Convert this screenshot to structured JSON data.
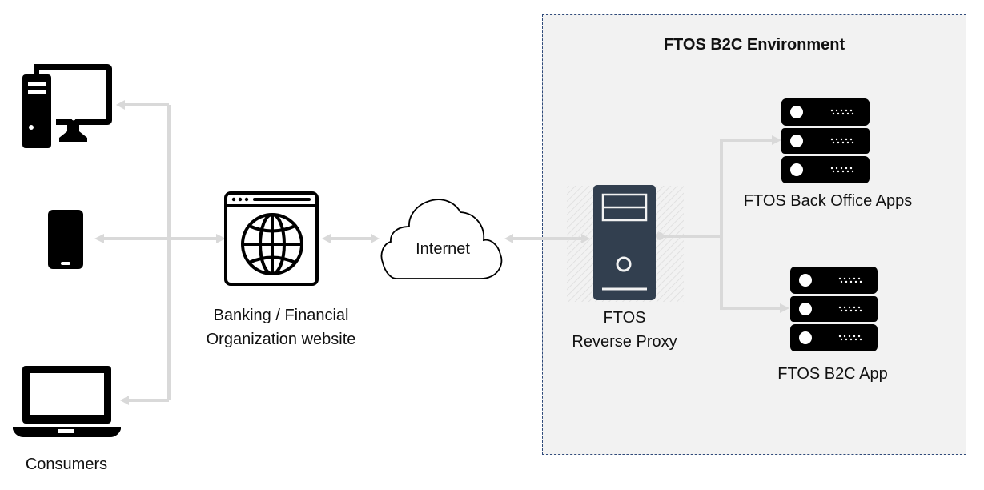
{
  "environment": {
    "title": "FTOS B2C Environment",
    "background": "#f2f2f2",
    "border_color": "#2f4a7a"
  },
  "consumers": {
    "label": "Consumers",
    "devices": [
      "desktop-computer",
      "smartphone",
      "laptop"
    ]
  },
  "website": {
    "label_line1": "Banking / Financial",
    "label_line2": "Organization website",
    "icon": "browser-globe-icon"
  },
  "internet": {
    "label": "Internet",
    "icon": "cloud-icon"
  },
  "reverse_proxy": {
    "label_line1": "FTOS",
    "label_line2": "Reverse Proxy",
    "icon": "server-tower-icon",
    "color": "#323f4f"
  },
  "back_office": {
    "label": "FTOS Back Office Apps",
    "icon": "server-rack-icon"
  },
  "b2c_app": {
    "label": "FTOS B2C App",
    "icon": "server-rack-icon"
  },
  "connector_color": "#d9d9d9"
}
